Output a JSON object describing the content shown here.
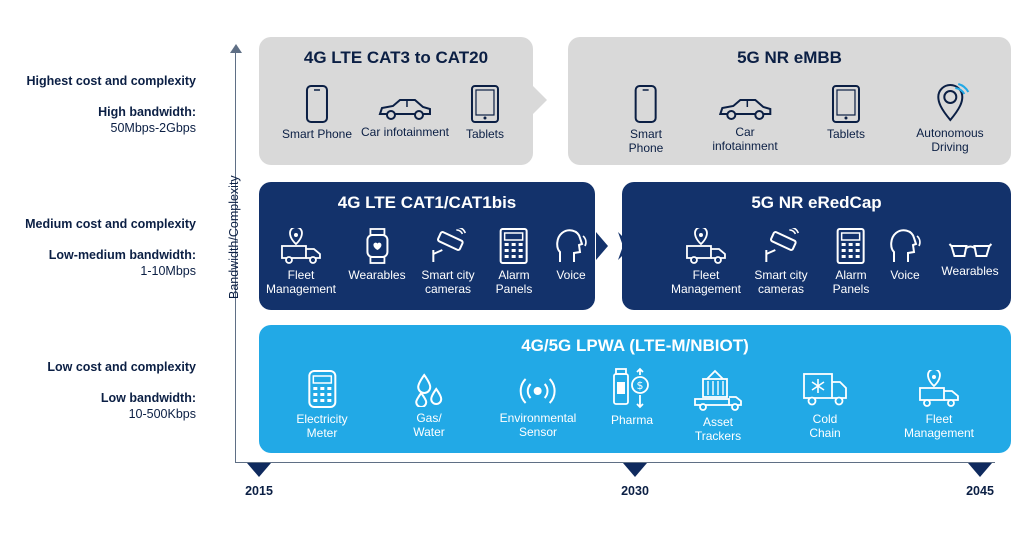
{
  "left_labels": [
    {
      "title": "Highest cost and complexity",
      "sub_title": "High bandwidth:",
      "sub_value": "50Mbps-2Gbps"
    },
    {
      "title": "Medium cost and complexity",
      "sub_title": "Low-medium bandwidth:",
      "sub_value": "1-10Mbps"
    },
    {
      "title": "Low cost and complexity",
      "sub_title": "Low bandwidth:",
      "sub_value": "10-500Kbps"
    }
  ],
  "y_axis_label": "Bandwidth/Complexity",
  "years": [
    "2015",
    "2030",
    "2045"
  ],
  "boxes": {
    "lte_cat3": {
      "title": "4G LTE CAT3 to CAT20",
      "items": [
        "Smart Phone",
        "Car infotainment",
        "Tablets"
      ]
    },
    "nr_embb": {
      "title": "5G NR eMBB",
      "items": [
        "Smart\nPhone",
        "Car\ninfotainment",
        "Tablets",
        "Autonomous\nDriving"
      ]
    },
    "lte_cat1": {
      "title": "4G LTE CAT1/CAT1bis",
      "items": [
        "Fleet\nManagement",
        "Wearables",
        "Smart city\ncameras",
        "Alarm\nPanels",
        "Voice"
      ]
    },
    "nr_redcap": {
      "title": "5G NR eRedCap",
      "items": [
        "Fleet\nManagement",
        "Smart city\ncameras",
        "Alarm\nPanels",
        "Voice",
        "Wearables"
      ]
    },
    "lpwa": {
      "title": "4G/5G LPWA (LTE-M/NBIOT)",
      "items": [
        "Electricity\nMeter",
        "Gas/\nWater",
        "Environmental\nSensor",
        "Pharma",
        "Asset\nTrackers",
        "Cold\nChain",
        "Fleet\nManagement"
      ]
    }
  },
  "icons": {
    "lte_cat3": [
      "smartphone-icon",
      "car-icon",
      "tablet-icon"
    ],
    "nr_embb": [
      "smartphone-icon",
      "car-icon",
      "tablet-icon",
      "autonomous-driving-icon"
    ],
    "lte_cat1": [
      "fleet-truck-icon",
      "smartwatch-icon",
      "security-camera-icon",
      "alarm-panel-icon",
      "voice-icon"
    ],
    "nr_redcap": [
      "fleet-truck-icon",
      "security-camera-icon",
      "alarm-panel-icon",
      "voice-icon",
      "smart-glasses-icon"
    ],
    "lpwa": [
      "electricity-meter-icon",
      "water-drops-icon",
      "sensor-signal-icon",
      "pharma-icon",
      "container-truck-icon",
      "cold-chain-truck-icon",
      "fleet-truck-icon"
    ]
  },
  "colors": {
    "gray_box": "#d9d9d9",
    "navy_box": "#13326b",
    "cyan_box": "#22a9e6",
    "text_dark": "#0b1f44"
  }
}
